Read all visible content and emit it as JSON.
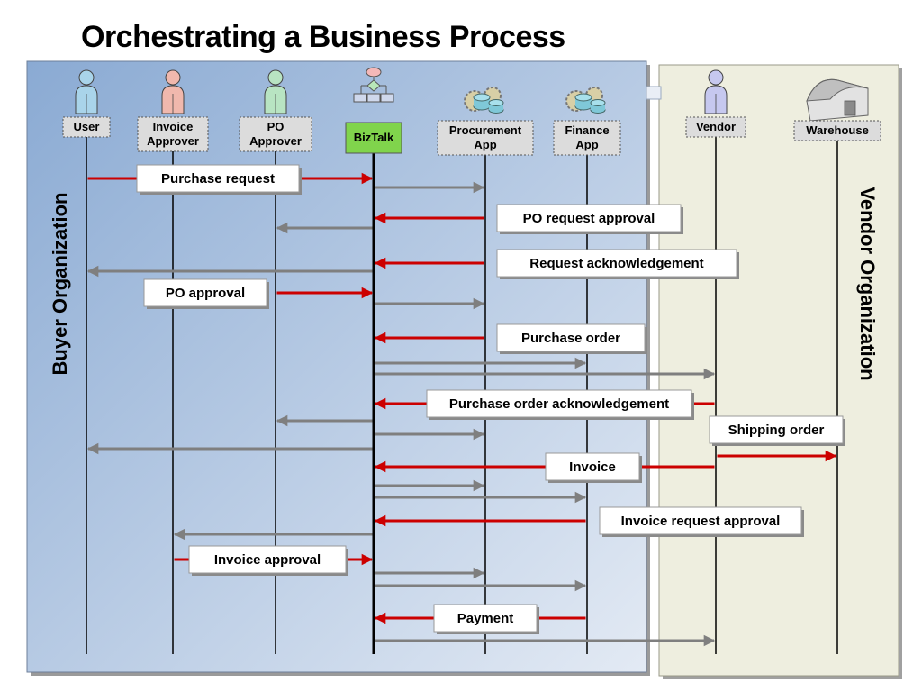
{
  "title": "Orchestrating a Business Process",
  "organizations": {
    "buyer": "Buyer Organization",
    "vendor": "Vendor Organization"
  },
  "actors": [
    {
      "id": "user",
      "lines": [
        "User"
      ],
      "icon": "person-icon",
      "color": "#a9d4ea"
    },
    {
      "id": "invoice-approver",
      "lines": [
        "Invoice",
        "Approver"
      ],
      "icon": "person-icon",
      "color": "#f0b8ad"
    },
    {
      "id": "po-approver",
      "lines": [
        "PO",
        "Approver"
      ],
      "icon": "person-icon",
      "color": "#b8e4c2"
    },
    {
      "id": "biztalk",
      "lines": [
        "BizTalk"
      ],
      "icon": "workflow-icon",
      "color": "#7fd14a"
    },
    {
      "id": "procurement-app",
      "lines": [
        "Procurement",
        "App"
      ],
      "icon": "gears-icon",
      "color": "#e6e6e6"
    },
    {
      "id": "finance-app",
      "lines": [
        "Finance",
        "App"
      ],
      "icon": "gears-icon",
      "color": "#e6e6e6"
    },
    {
      "id": "vendor",
      "lines": [
        "Vendor"
      ],
      "icon": "person-icon",
      "color": "#c6c8ef"
    },
    {
      "id": "warehouse",
      "lines": [
        "Warehouse"
      ],
      "icon": "warehouse-icon",
      "color": "#dedede"
    }
  ],
  "messages": [
    {
      "label": "Purchase request",
      "from": "user",
      "to": "biztalk",
      "kind": "red"
    },
    {
      "label": "",
      "from": "biztalk",
      "to": "procurement-app",
      "kind": "gray"
    },
    {
      "label": "PO request approval",
      "from": "procurement-app",
      "to": "biztalk",
      "kind": "red"
    },
    {
      "label": "",
      "from": "biztalk",
      "to": "po-approver",
      "kind": "gray"
    },
    {
      "label": "Request acknowledgement",
      "from": "procurement-app",
      "to": "biztalk",
      "kind": "red"
    },
    {
      "label": "",
      "from": "biztalk",
      "to": "user",
      "kind": "gray"
    },
    {
      "label": "PO approval",
      "from": "po-approver",
      "to": "biztalk",
      "kind": "red"
    },
    {
      "label": "",
      "from": "biztalk",
      "to": "procurement-app",
      "kind": "gray"
    },
    {
      "label": "Purchase order",
      "from": "procurement-app",
      "to": "biztalk",
      "kind": "red"
    },
    {
      "label": "",
      "from": "biztalk",
      "to": "finance-app",
      "kind": "gray"
    },
    {
      "label": "",
      "from": "biztalk",
      "to": "vendor",
      "kind": "gray"
    },
    {
      "label": "Purchase order acknowledgement",
      "from": "vendor",
      "to": "biztalk",
      "kind": "red"
    },
    {
      "label": "",
      "from": "biztalk",
      "to": "po-approver",
      "kind": "gray"
    },
    {
      "label": "",
      "from": "biztalk",
      "to": "procurement-app",
      "kind": "gray"
    },
    {
      "label": "Shipping order",
      "from": "vendor",
      "to": "warehouse",
      "kind": "red"
    },
    {
      "label": "",
      "from": "biztalk",
      "to": "user",
      "kind": "gray"
    },
    {
      "label": "Invoice",
      "from": "vendor",
      "to": "biztalk",
      "kind": "red"
    },
    {
      "label": "",
      "from": "biztalk",
      "to": "procurement-app",
      "kind": "gray"
    },
    {
      "label": "",
      "from": "biztalk",
      "to": "finance-app",
      "kind": "gray"
    },
    {
      "label": "Invoice request approval",
      "from": "finance-app",
      "to": "biztalk",
      "kind": "red"
    },
    {
      "label": "",
      "from": "biztalk",
      "to": "invoice-approver",
      "kind": "gray"
    },
    {
      "label": "Invoice approval",
      "from": "invoice-approver",
      "to": "biztalk",
      "kind": "red"
    },
    {
      "label": "",
      "from": "biztalk",
      "to": "procurement-app",
      "kind": "gray"
    },
    {
      "label": "",
      "from": "biztalk",
      "to": "finance-app",
      "kind": "gray"
    },
    {
      "label": "Payment",
      "from": "finance-app",
      "to": "biztalk",
      "kind": "red"
    },
    {
      "label": "",
      "from": "biztalk",
      "to": "vendor",
      "kind": "gray"
    }
  ],
  "colors": {
    "red_arrow": "#cc0000",
    "gray_arrow": "#7f7f7f",
    "buyer_panel_top": "#8fb0d6",
    "buyer_panel_bottom": "#dde7f3",
    "vendor_panel": "#eeeedf"
  }
}
